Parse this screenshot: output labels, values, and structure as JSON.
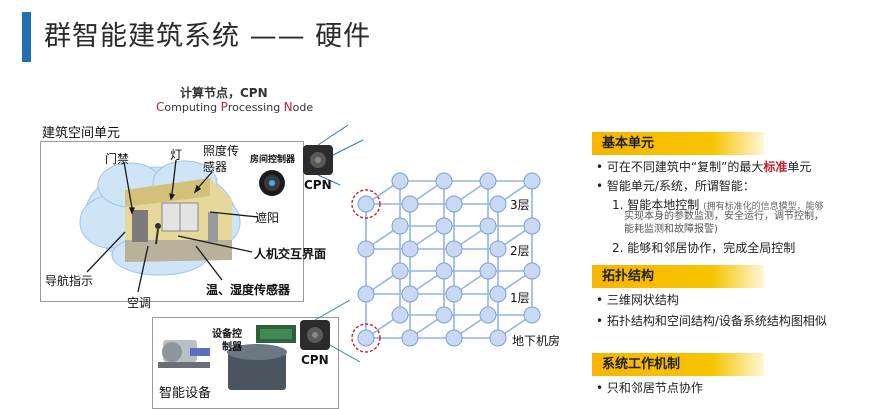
{
  "header": {
    "title": "群智能建筑系统 —— 硬件"
  },
  "cpn": {
    "title": "计算节点，CPN",
    "sub_c": "C",
    "sub_1": "omputing ",
    "sub_p": "P",
    "sub_2": "rocessing ",
    "sub_n": "N",
    "sub_3": "ode"
  },
  "left": {
    "unit_label": "建筑空间单元",
    "labels": {
      "door": "门禁",
      "light": "灯",
      "lux1": "照度传",
      "lux2": "感器",
      "room_ctrl": "房间控制器",
      "cpn": "CPN",
      "shade": "遮阳",
      "hmi": "人机交互界面",
      "nav": "导航指示",
      "ac": "空调",
      "temp": "温、湿度传感器"
    },
    "equip": {
      "ctrl1": "设备控",
      "ctrl2": "制器",
      "cpn": "CPN",
      "name": "智能设备"
    }
  },
  "grid": {
    "floor3": "3层",
    "floor2": "2层",
    "floor1": "1层",
    "basement": "地下机房"
  },
  "right": {
    "s1": {
      "header": "基本单元",
      "b1_pre": "• 可在不同建筑中“复制”的最大",
      "b1_bold": "标准",
      "b1_post": "单元",
      "b2": "• 智能单元/系统，所谓智能：",
      "n1": "1. 智能本地控制",
      "n1_sub1": "(拥有标准化的信息模型，能够",
      "n1_sub2": "实现本身的参数监测，安全运行，调节控制，",
      "n1_sub3": "能耗监测和故障报警)",
      "n2": "2. 能够和邻居协作，完成全局控制"
    },
    "s2": {
      "header": "拓扑结构",
      "b1": "• 三维网状结构",
      "b2": "• 拓扑结构和空间结构/设备系统结构图相似"
    },
    "s3": {
      "header": "系统工作机制",
      "b1": "• 只和邻居节点协作"
    }
  },
  "colors": {
    "accent": "#1f6fb2",
    "header_yellow": "#f7c400",
    "node_blue": "#c9d9f4",
    "red": "#c0262d"
  }
}
